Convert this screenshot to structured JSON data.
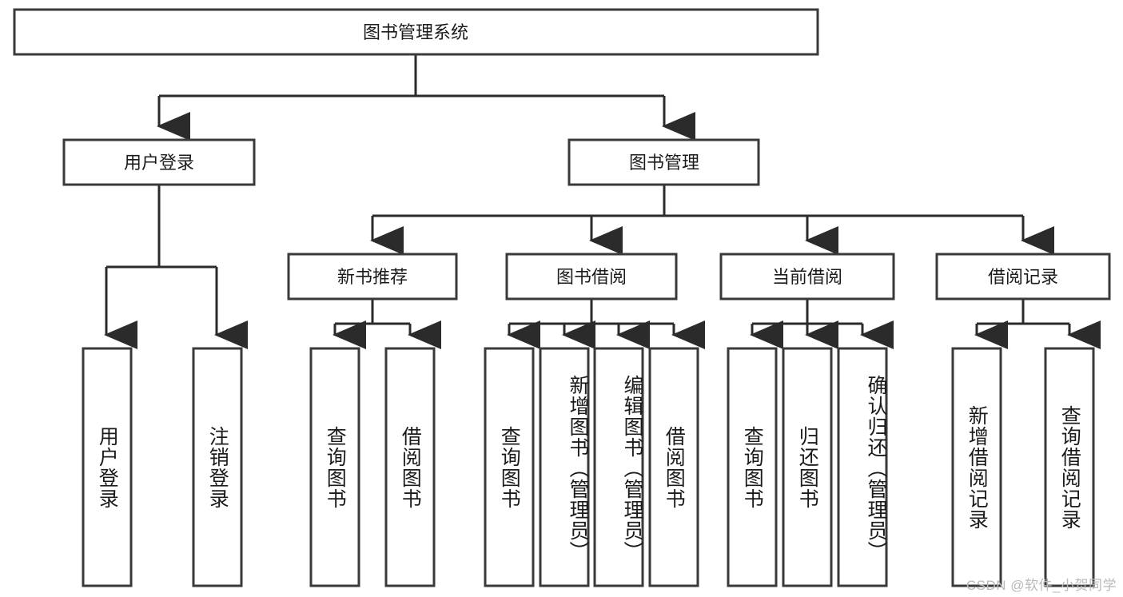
{
  "diagram": {
    "title": "图书管理系统",
    "type": "hierarchy-tree",
    "watermark": "CSDN @软件_小贺同学",
    "colors": {
      "box_stroke": "#3a3a3a",
      "box_fill": "#ffffff",
      "connector": "#2b2b2b",
      "text": "#1b1b1b",
      "watermark": "#b9b9b9",
      "background": "#ffffff"
    },
    "root": {
      "label": "图书管理系统"
    },
    "level2": [
      {
        "label": "用户登录"
      },
      {
        "label": "图书管理"
      }
    ],
    "level3": [
      {
        "label": "新书推荐"
      },
      {
        "label": "图书借阅"
      },
      {
        "label": "当前借阅"
      },
      {
        "label": "借阅记录"
      }
    ],
    "leaves": {
      "user_login": [
        {
          "label": "用户登录"
        },
        {
          "label": "注销登录"
        }
      ],
      "new_book_recommend": [
        {
          "label": "查询图书"
        },
        {
          "label": "借阅图书"
        }
      ],
      "book_borrow": [
        {
          "label": "查询图书"
        },
        {
          "label": "新增图书（管理员）"
        },
        {
          "label": "编辑图书（管理员）"
        },
        {
          "label": "借阅图书"
        }
      ],
      "current_borrow": [
        {
          "label": "查询图书"
        },
        {
          "label": "归还图书"
        },
        {
          "label": "确认归还（管理员）"
        }
      ],
      "borrow_record": [
        {
          "label": "新增借阅记录"
        },
        {
          "label": "查询借阅记录"
        }
      ]
    }
  }
}
